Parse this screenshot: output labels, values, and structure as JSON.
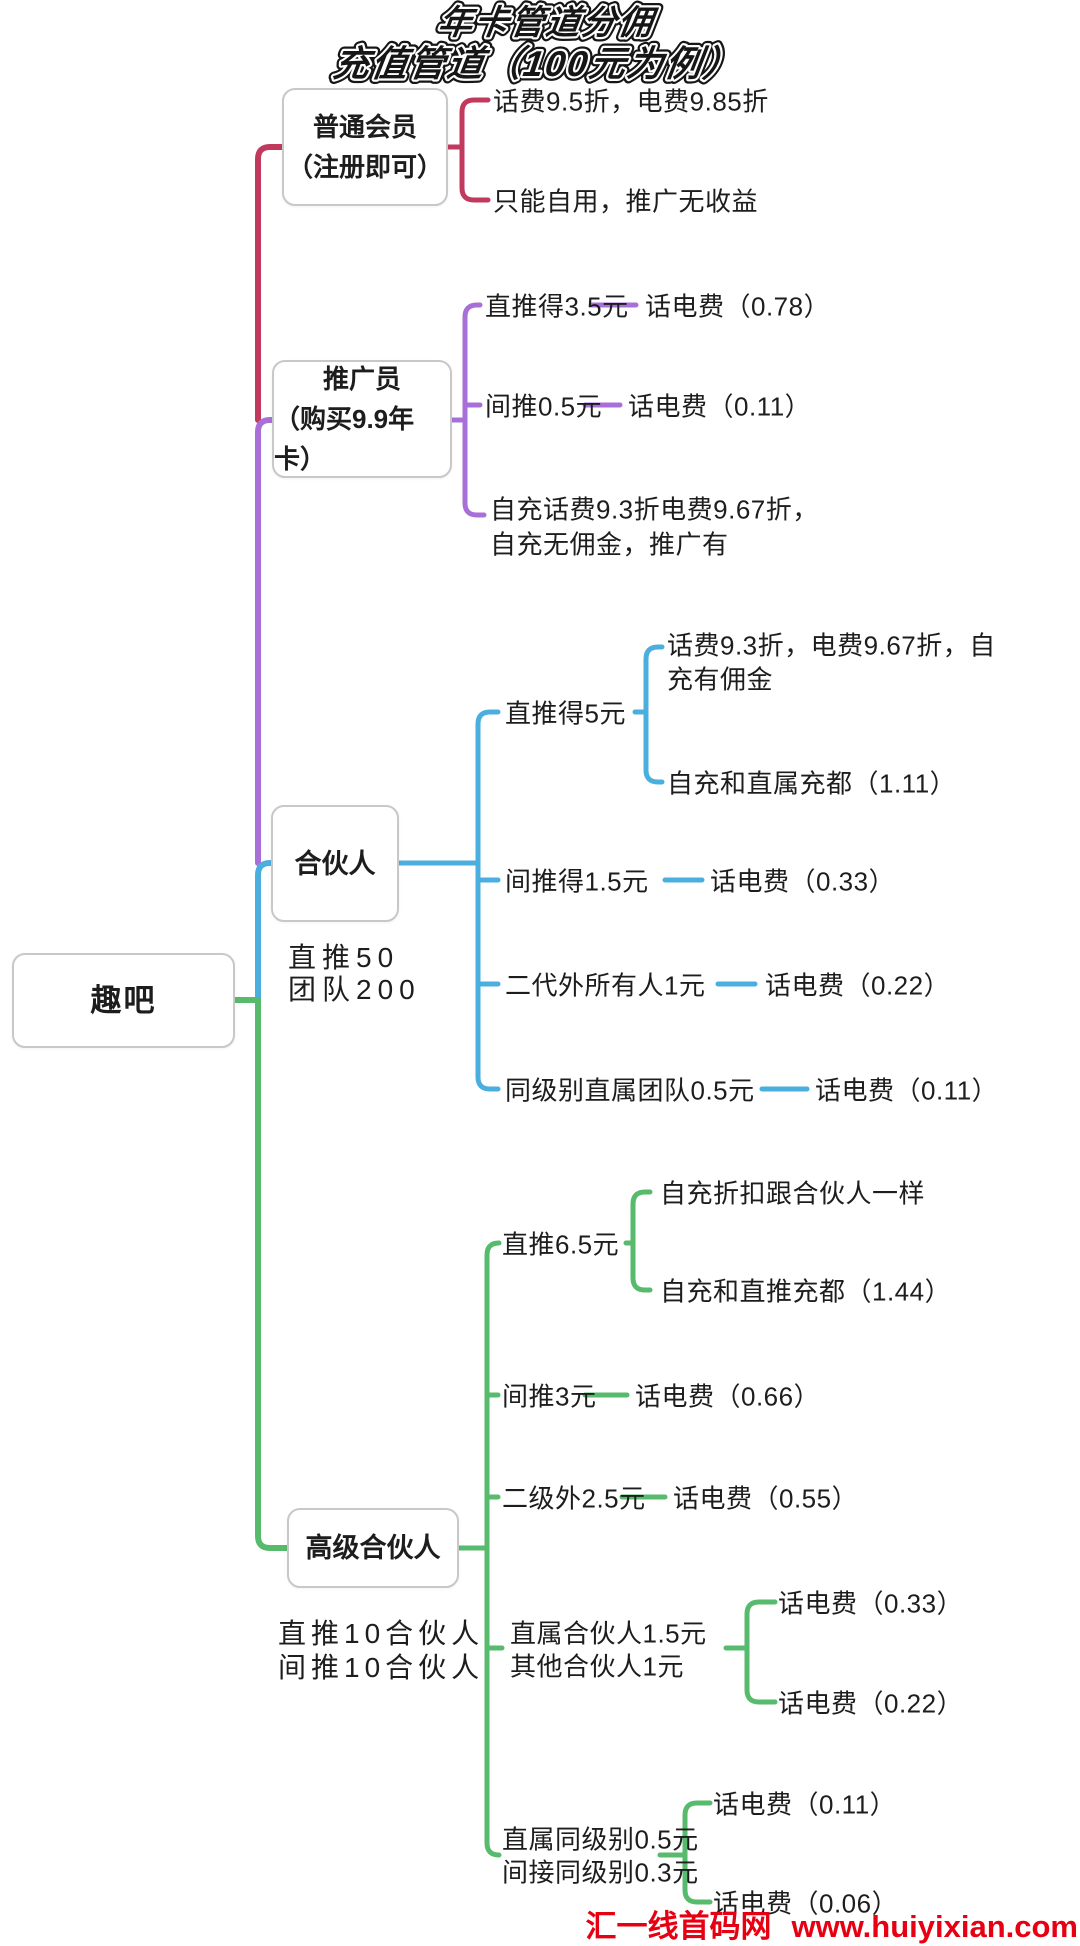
{
  "title": {
    "line1": "年卡管道分佣",
    "line2": "充值管道（100元为例）"
  },
  "root": {
    "label": "趣吧"
  },
  "colors": {
    "member": "#c13a5e",
    "promoter": "#a96fd9",
    "partner": "#4aaede",
    "senior": "#57ba6d",
    "node_border": "#c8c8c8",
    "text": "#1d1d1d",
    "watermark": "#e60012",
    "background": "#ffffff"
  },
  "branches": [
    {
      "name": "普通会员",
      "node_line1": "普通会员",
      "node_line2": "（注册即可）",
      "children": [
        {
          "label": "话费9.5折，电费9.85折"
        },
        {
          "label": "只能自用，推广无收益"
        }
      ]
    },
    {
      "name": "推广员",
      "node_line1": "推广员",
      "node_line2": "（购买9.9年卡）",
      "children": [
        {
          "label": "直推得3.5元",
          "leaf": "话电费（0.78）"
        },
        {
          "label": "间推0.5元",
          "leaf": "话电费（0.11）"
        },
        {
          "label_line1": "自充话费9.3折电费9.67折，",
          "label_line2": "自充无佣金，推广有"
        }
      ]
    },
    {
      "name": "合伙人",
      "node_label": "合伙人",
      "caption_line1": "直推50",
      "caption_line2": "团队200",
      "children": [
        {
          "label": "直推得5元",
          "subs": [
            {
              "line1": "话费9.3折，电费9.67折，自",
              "line2": "充有佣金"
            },
            {
              "label": "自充和直属充都（1.11）"
            }
          ]
        },
        {
          "label": "间推得1.5元",
          "leaf": "话电费（0.33）"
        },
        {
          "label": "二代外所有人1元",
          "leaf": "话电费（0.22）"
        },
        {
          "label": "同级别直属团队0.5元",
          "leaf": "话电费（0.11）"
        }
      ]
    },
    {
      "name": "高级合伙人",
      "node_label": "高级合伙人",
      "caption_line1": "直推10合伙人",
      "caption_line2": "间推10合伙人",
      "children": [
        {
          "label": "直推6.5元",
          "subs": [
            {
              "label": "自充折扣跟合伙人一样"
            },
            {
              "label": "自充和直推充都（1.44）"
            }
          ]
        },
        {
          "label": "间推3元",
          "leaf": "话电费（0.66）"
        },
        {
          "label": "二级外2.5元",
          "leaf": "话电费（0.55）"
        },
        {
          "label_line1": "直属合伙人1.5元",
          "label_line2": "其他合伙人1元",
          "leaves": [
            "话电费（0.33）",
            "话电费（0.22）"
          ]
        },
        {
          "label_line1": "直属同级别0.5元",
          "label_line2": "间接同级别0.3元",
          "leaves": [
            "话电费（0.11）",
            "话电费（0.06）"
          ]
        }
      ]
    }
  ],
  "watermark": {
    "site_name": "汇一线首码网",
    "url": "www.huiyixian.com"
  }
}
